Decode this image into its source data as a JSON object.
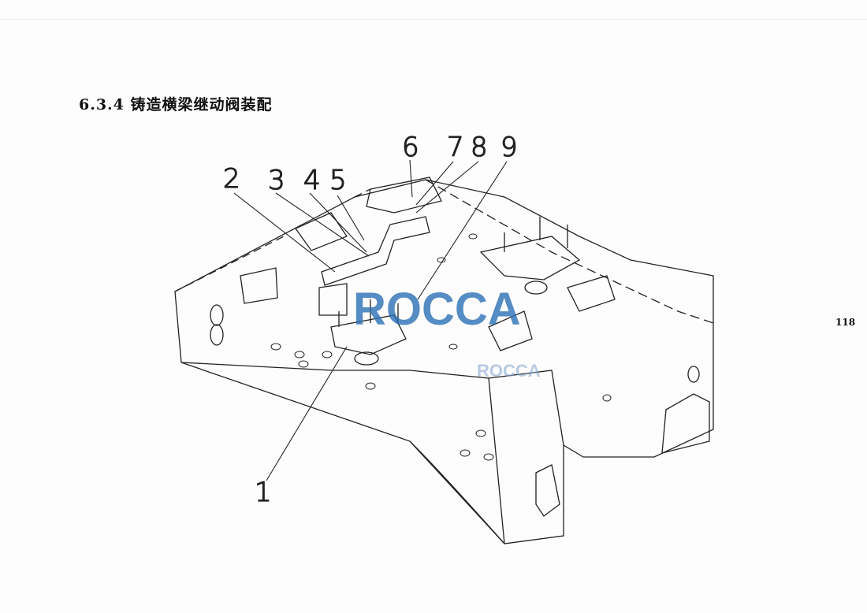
{
  "section_title": "6.3.4 铸造横梁继动阀装配",
  "page_number": "118",
  "callouts": [
    "1",
    "2",
    "3",
    "4",
    "5",
    "6",
    "7",
    "8",
    "9"
  ],
  "watermark": {
    "large": "ROCCA",
    "small": "ROCCA",
    "color": "#2a6fb5"
  }
}
